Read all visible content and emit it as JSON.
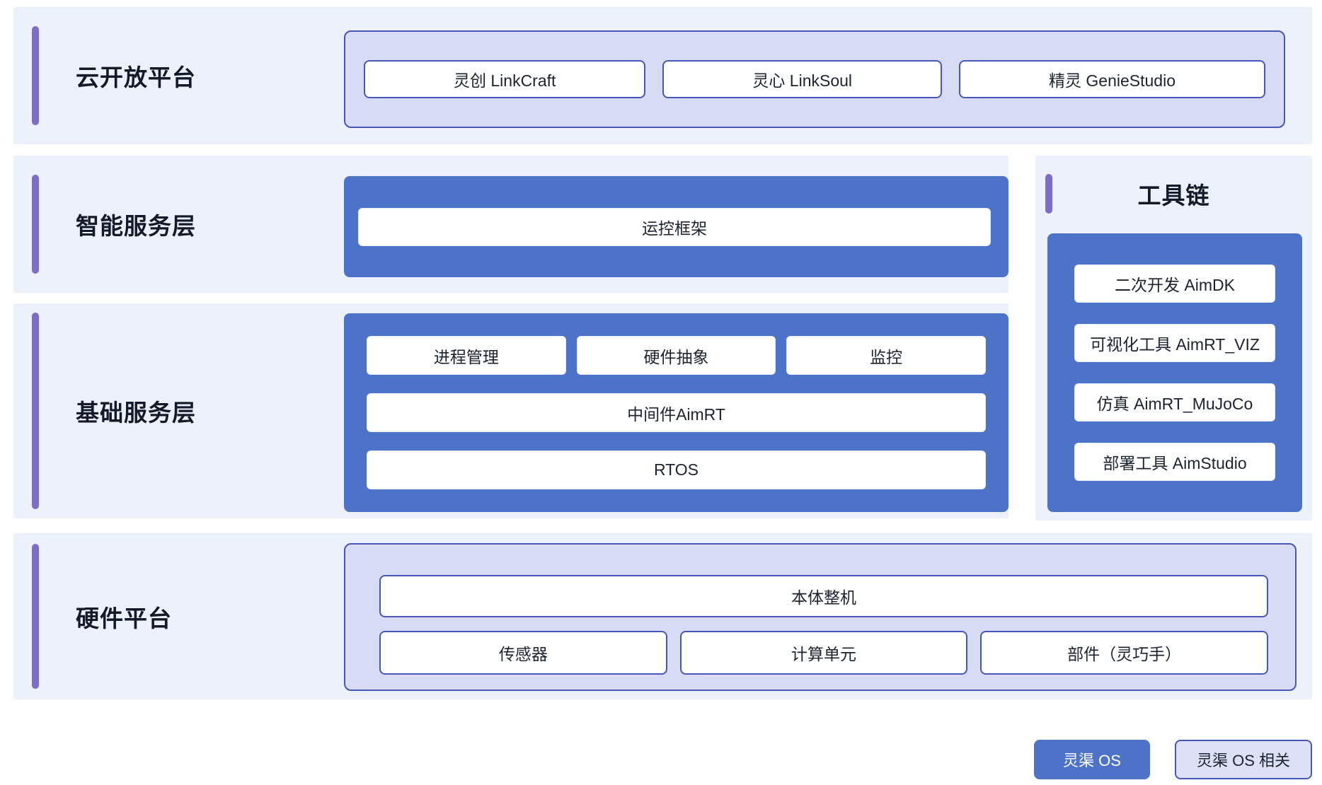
{
  "diagram": {
    "layers": {
      "cloud": {
        "title": "云开放平台",
        "items": [
          "灵创 LinkCraft",
          "灵心 LinkSoul",
          "精灵 GenieStudio"
        ]
      },
      "intelligent": {
        "title": "智能服务层",
        "items": [
          "运控框架"
        ]
      },
      "basic": {
        "title": "基础服务层",
        "process_row": [
          "进程管理",
          "硬件抽象",
          "监控"
        ],
        "middleware": "中间件AimRT",
        "rtos": "RTOS"
      },
      "toolchain": {
        "title": "工具链",
        "items": [
          "二次开发 AimDK",
          "可视化工具 AimRT_VIZ",
          "仿真 AimRT_MuJoCo",
          "部署工具 AimStudio"
        ]
      },
      "hardware": {
        "title": "硬件平台",
        "top": "本体整机",
        "items": [
          "传感器",
          "计算单元",
          "部件（灵巧手）"
        ]
      }
    },
    "legend": {
      "os": "灵渠 OS",
      "related": "灵渠 OS 相关"
    },
    "colors": {
      "blue": "#4d73c8",
      "panel_light": "#d8dbf4",
      "border": "#4657b8",
      "accent_purple": "#7e6cc8",
      "band_background": "#edf1fb"
    }
  }
}
